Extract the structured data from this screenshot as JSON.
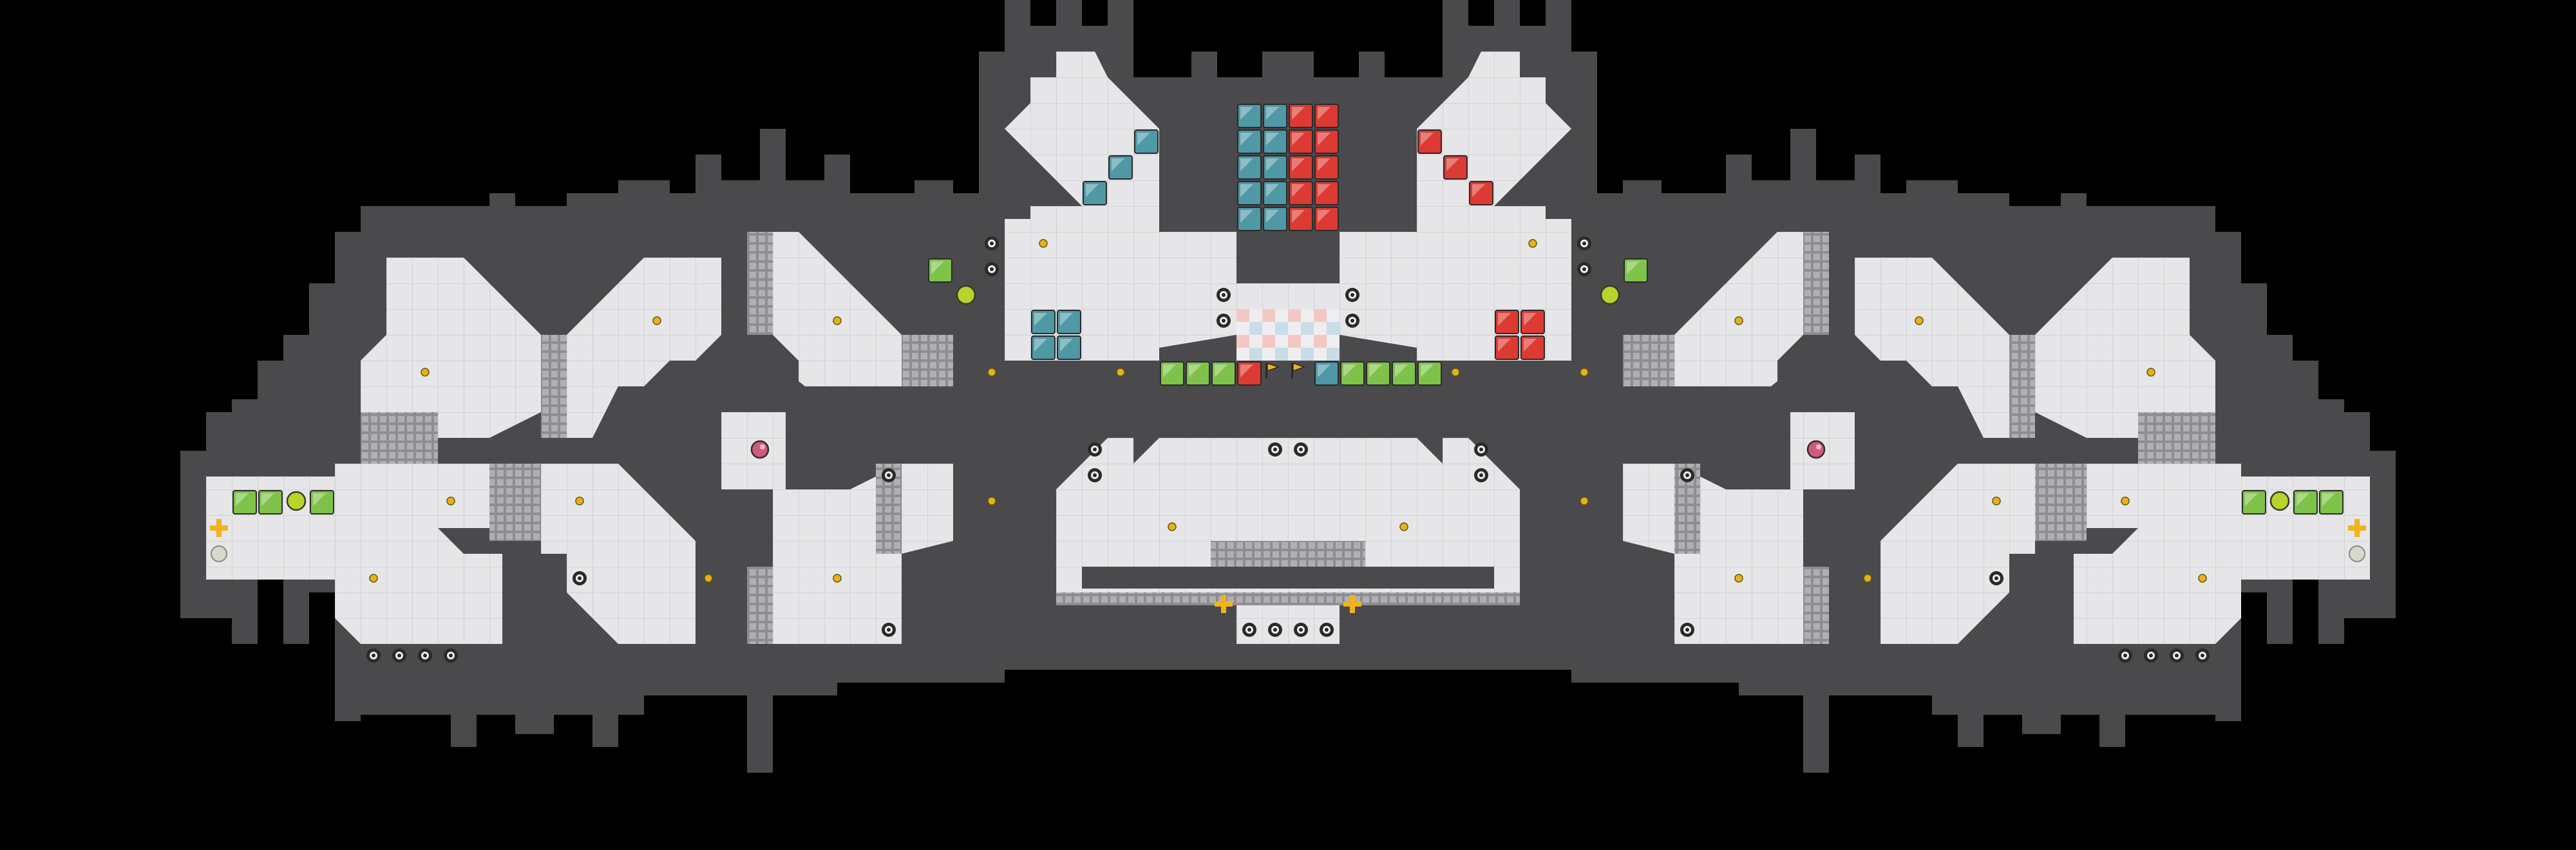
{
  "level": {
    "colors": {
      "background": "#000000",
      "wall": "#4a4a4d",
      "floor": "#e6e6e8",
      "grid_line": "#d2d2d6",
      "grate": "#a4a4a8",
      "crate_teal": "#4f98a6",
      "crate_red": "#dc3a32",
      "crate_green": "#7fc24a",
      "pellet": "#e6b21a",
      "spawn_cross": "#f1b31c",
      "goal_tile_red": "#f4c8c2",
      "goal_tile_blue": "#c8dde6",
      "robot_green": "#b8d42a",
      "pink_orb": "#d05a7e"
    },
    "icons": {
      "wall": "wall-tile",
      "floor": "floor-tile",
      "grate": "grate-tile",
      "crate_teal": "teal-crate-icon",
      "crate_red": "red-crate-icon",
      "crate_green": "green-crate-icon",
      "pellet": "pellet-icon",
      "mine": "spiked-mine-icon",
      "spawn": "spawn-cross-icon",
      "flag": "yellow-flag-icon",
      "robot": "green-robot-icon",
      "orb": "pink-orb-icon",
      "goal": "checkered-goal-icon",
      "pad": "grey-pad-icon"
    }
  }
}
